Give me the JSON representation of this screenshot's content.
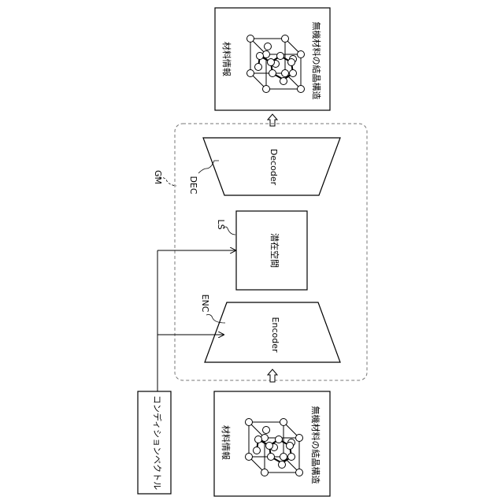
{
  "figure": {
    "top_box": {
      "label_info": "材料情報",
      "label_structure": "無機材料の結晶構造",
      "crystal_icon": "crystal-structure-icon"
    },
    "bottom_box": {
      "label_info": "材料情報",
      "label_structure": "無機材料の結晶構造",
      "crystal_icon": "crystal-structure-icon"
    },
    "condition_vector_label": "コンディションベクトル",
    "model_label": "GM",
    "decoder": {
      "tag": "DEC",
      "label": "Decoder"
    },
    "encoder": {
      "tag": "ENC",
      "label": "Encoder"
    },
    "latent": {
      "tag": "LS",
      "label": "潜在空間"
    }
  }
}
